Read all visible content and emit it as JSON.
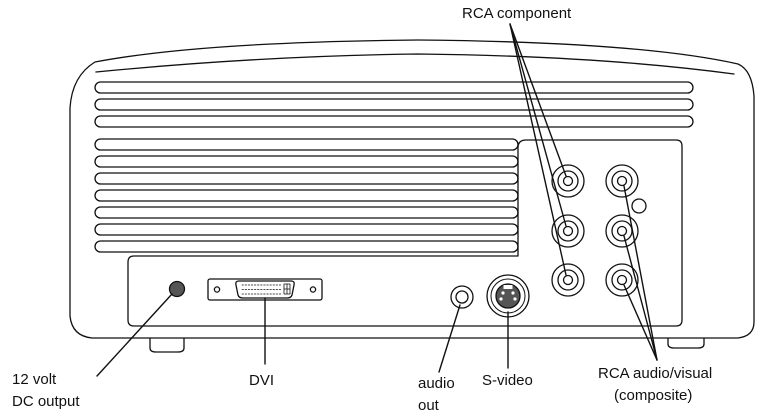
{
  "labels": {
    "rca_component": "RCA component",
    "dc_output_line1": "12 volt",
    "dc_output_line2": "DC output",
    "dvi": "DVI",
    "audio_out_line1": "audio",
    "audio_out_line2": "out",
    "s_video": "S-video",
    "rca_av_line1": "RCA audio/visual",
    "rca_av_line2": "(composite)"
  },
  "colors": {
    "stroke": "#111111",
    "body_fill": "#ffffff",
    "jack_fill": "#555555"
  }
}
